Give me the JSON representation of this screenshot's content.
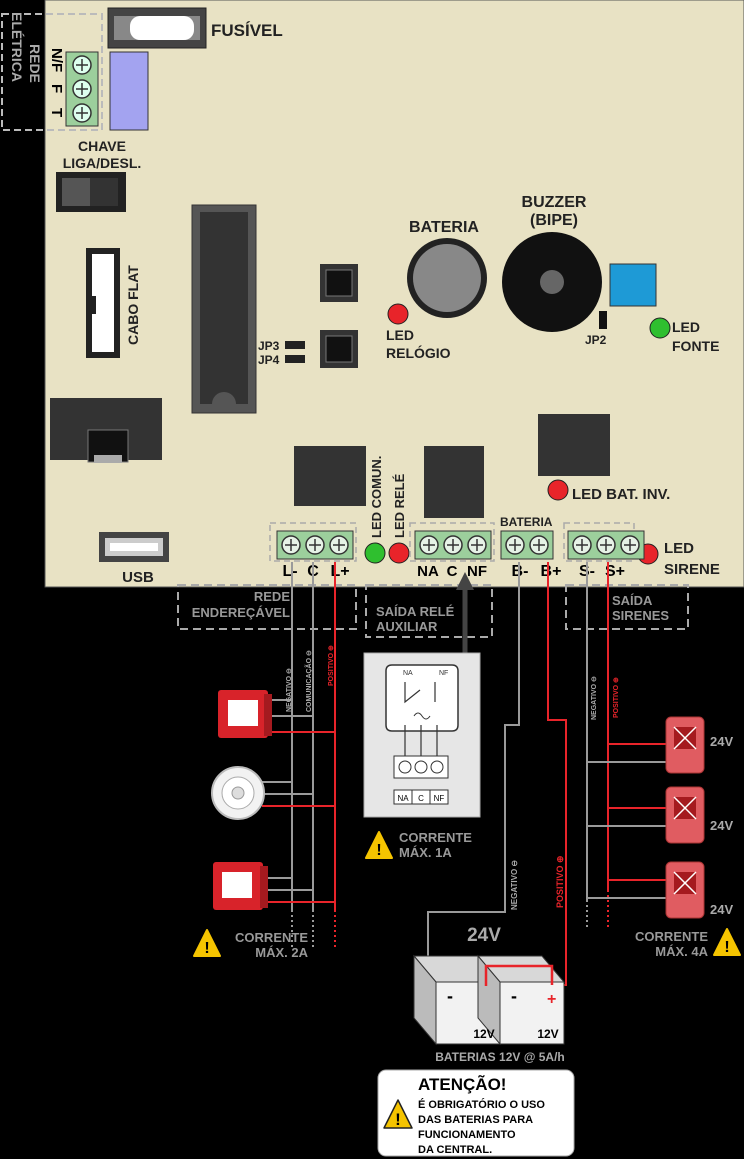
{
  "board": {
    "fusivel": "FUSÍVEL",
    "rede_eletrica": [
      "REDE",
      "ELÉTRICA"
    ],
    "mains_terminals": [
      "N/F",
      "F",
      "T"
    ],
    "chave": [
      "CHAVE",
      "LIGA/DESL."
    ],
    "cabo_flat": "CABO FLAT",
    "jp3": "JP3",
    "jp4": "JP4",
    "bateria": "BATERIA",
    "buzzer": [
      "BUZZER",
      "(BIPE)"
    ],
    "jp2": "JP2",
    "led_relogio": [
      "LED",
      "RELÓGIO"
    ],
    "led_fonte": [
      "LED",
      "FONTE"
    ],
    "usb": "USB",
    "led_comun": "LED COMUN.",
    "led_rele": "LED RELÉ",
    "led_bat_inv": "LED BAT. INV.",
    "bateria_terminals_title": "BATERIA",
    "led_sirene": [
      "LED",
      "SIRENE"
    ]
  },
  "terminals": {
    "loop": [
      "L-",
      "C",
      "L+"
    ],
    "relay": [
      "NA",
      "C",
      "NF"
    ],
    "battery": [
      "B-",
      "B+"
    ],
    "siren": [
      "S-",
      "S+"
    ]
  },
  "groups": {
    "rede_enderecavel": [
      "REDE",
      "ENDEREÇÁVEL"
    ],
    "saida_rele": [
      "SAÍDA RELÉ",
      "AUXILIAR"
    ],
    "saida_sirenes": [
      "SAÍDA",
      "SIRENES"
    ]
  },
  "wires": {
    "loop_labels": [
      "NEGATIVO ⊖",
      "COMUNICAÇÃO ⊖",
      "POSITIVO ⊕"
    ],
    "battery_neg": "NEGATIVO ⊖",
    "battery_pos": "POSITIVO ⊕",
    "siren_neg": "NEGATIVO ⊖",
    "siren_pos": "POSITIVO ⊕"
  },
  "relay_box": {
    "terminals": [
      "NA",
      "C",
      "NF"
    ],
    "top_labels": [
      "NA",
      "NF"
    ],
    "current": [
      "CORRENTE",
      "MÁX. 1A"
    ]
  },
  "devices": {
    "loop_current": [
      "CORRENTE",
      "MÁX. 2A"
    ],
    "siren_voltage": [
      "24V",
      "24V",
      "24V"
    ],
    "siren_current": [
      "CORRENTE",
      "MÁX. 4A"
    ]
  },
  "batteries": {
    "voltage_total": "24V",
    "each": [
      "12V",
      "12V"
    ],
    "caption": "BATERIAS 12V @ 5A/h"
  },
  "warning": {
    "title": "ATENÇÃO!",
    "lines": [
      "É OBRIGATÓRIO O USO",
      "DAS BATERIAS PARA",
      "FUNCIONAMENTO",
      "DA CENTRAL."
    ]
  },
  "colors": {
    "board": "#e8e2c4",
    "terminal": "#9ccf9c",
    "wire_red": "#e8242a",
    "wire_gray": "#9a9a9a",
    "led_red": "#e8242a",
    "led_green": "#2fbf2f",
    "blue": "#1e9ad6",
    "lavender": "#a3a3f0"
  }
}
